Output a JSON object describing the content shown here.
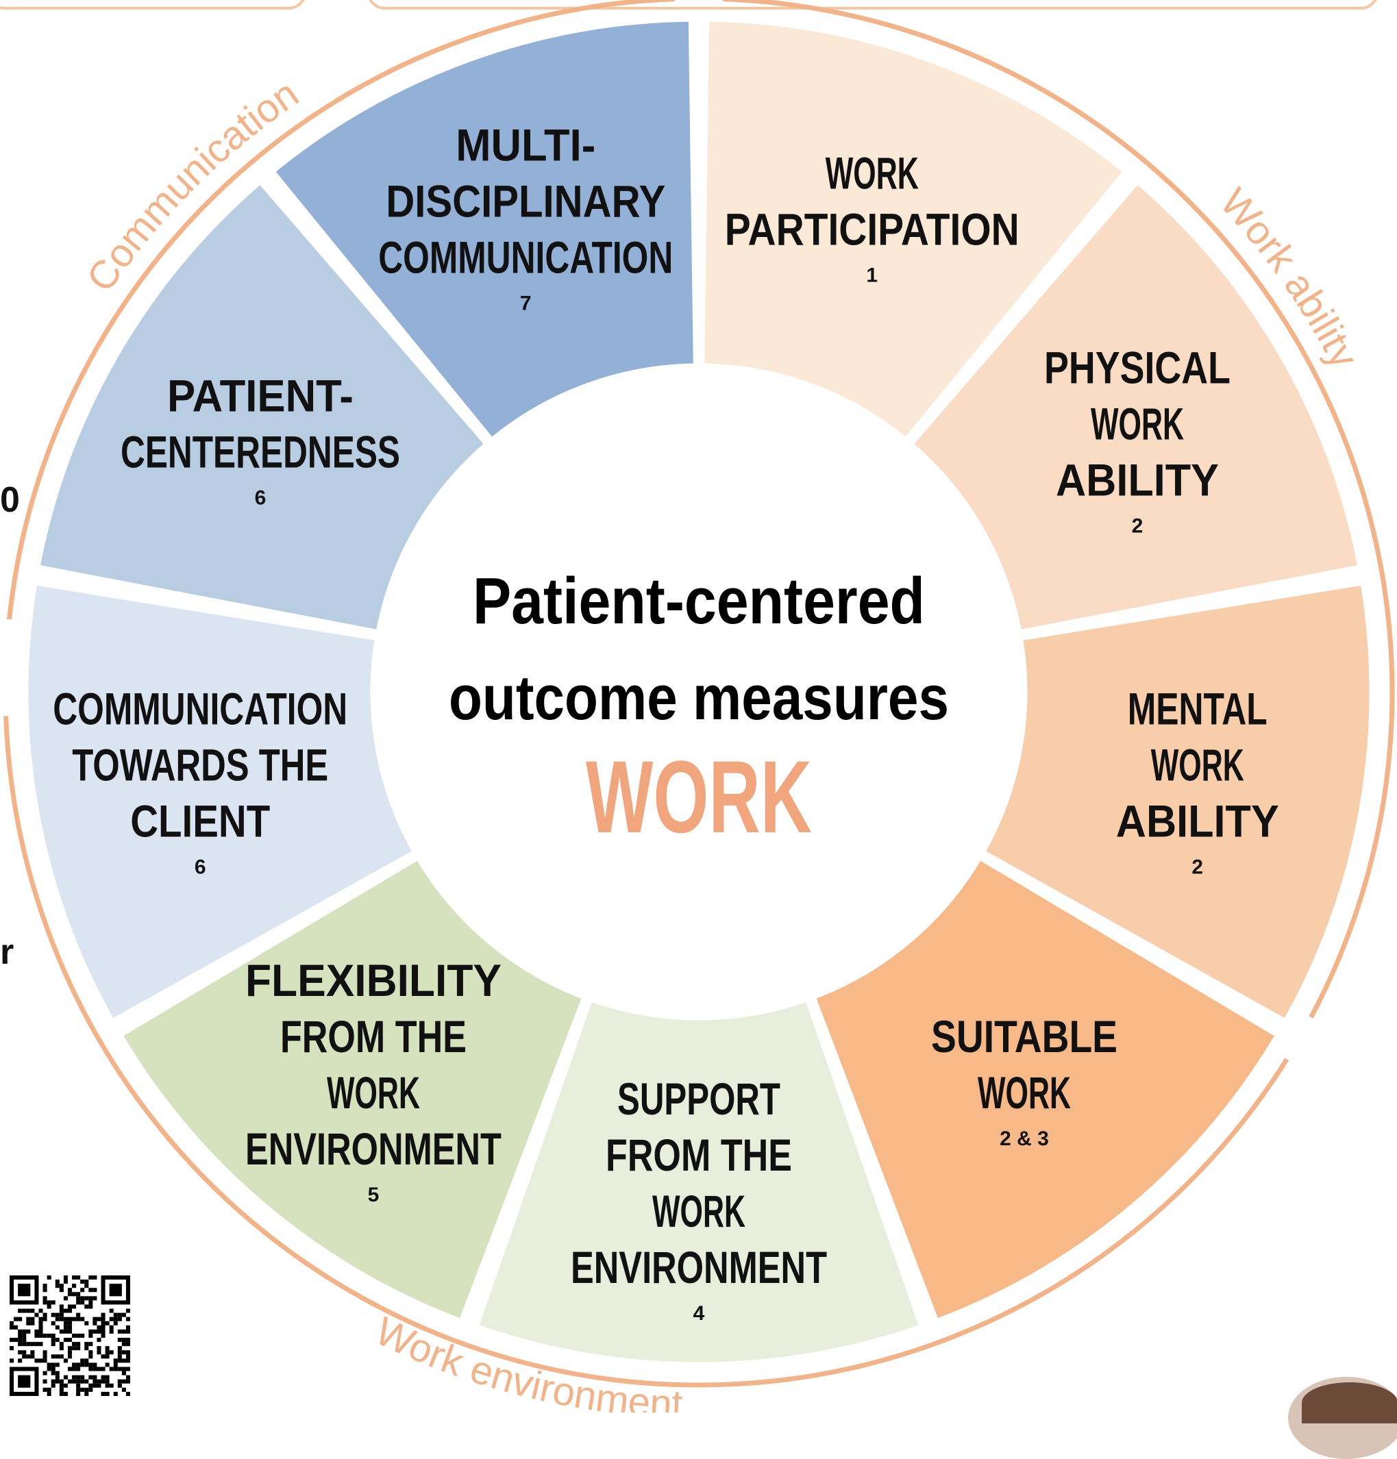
{
  "center": {
    "line1": "Patient-centered",
    "line2": "outcome measures",
    "line3": "WORK",
    "accent_color": "#f0a57c"
  },
  "categories": [
    {
      "label": "Communication",
      "color": "#f2b389"
    },
    {
      "label": "Work ability",
      "color": "#f2b389"
    },
    {
      "label": "Work environment",
      "color": "#f2b389"
    }
  ],
  "segments": [
    {
      "id": "work-participation",
      "lines": [
        "WORK",
        "PARTICIPATION"
      ],
      "ref": "1",
      "color": "#fbe9d7"
    },
    {
      "id": "physical-work-ability",
      "lines": [
        "PHYSICAL",
        "WORK",
        "ABILITY"
      ],
      "ref": "2",
      "color": "#f9dcc3"
    },
    {
      "id": "mental-work-ability",
      "lines": [
        "MENTAL",
        "WORK",
        "ABILITY"
      ],
      "ref": "2",
      "color": "#f7cdaa"
    },
    {
      "id": "suitable-work",
      "lines": [
        "SUITABLE",
        "WORK"
      ],
      "ref": "2 & 3",
      "color": "#f6b987"
    },
    {
      "id": "support-from-work-environment",
      "lines": [
        "SUPPORT",
        "FROM THE",
        "WORK",
        "ENVIRONMENT"
      ],
      "ref": "4",
      "color": "#e9eedc"
    },
    {
      "id": "flexibility-from-work-environment",
      "lines": [
        "FLEXIBILITY",
        "FROM THE",
        "WORK",
        "ENVIRONMENT"
      ],
      "ref": "5",
      "color": "#d6e1bd"
    },
    {
      "id": "communication-towards-client",
      "lines": [
        "COMMUNICATION",
        "TOWARDS THE",
        "CLIENT"
      ],
      "ref": "6",
      "color": "#dae5f1"
    },
    {
      "id": "patient-centeredness",
      "lines": [
        "PATIENT-",
        "CENTEREDNESS"
      ],
      "ref": "6",
      "color": "#b8cce2"
    },
    {
      "id": "multi-disciplinary-communication",
      "lines": [
        "MULTI-",
        "DISCIPLINARY",
        "COMMUNICATION"
      ],
      "ref": "7",
      "color": "#93b0d7"
    }
  ],
  "left_edge_fragments": [
    "0",
    "r"
  ],
  "ring_color": "#f2b389"
}
